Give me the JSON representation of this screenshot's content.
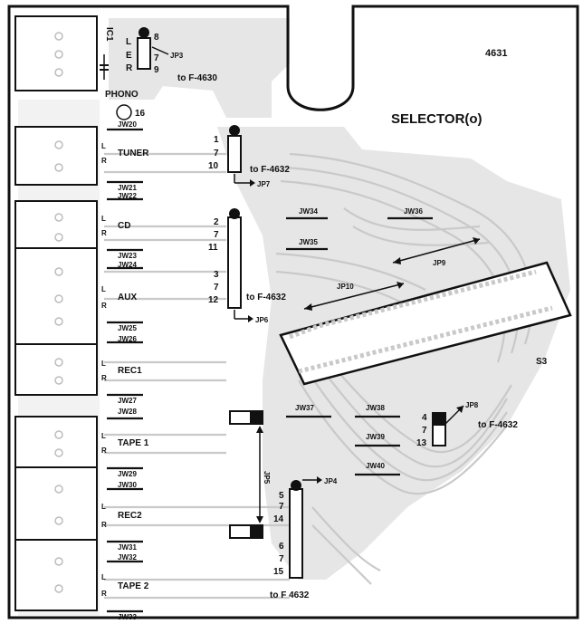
{
  "board": {
    "id": "4631",
    "title": "SELECTOR(o)",
    "switch_ref": "S3",
    "ic_ref": "IC1"
  },
  "connector_labels": [
    "TUNER",
    "CD",
    "AUX",
    "REC1",
    "TAPE 1",
    "REC2",
    "TAPE 2"
  ],
  "channel_labels": {
    "left": "L",
    "right": "R",
    "earth": "E"
  },
  "phono": {
    "label": "PHONO",
    "pin": "16"
  },
  "jumpers": [
    "JW20",
    "JW21",
    "JW22",
    "JW23",
    "JW24",
    "JW25",
    "JW26",
    "JW27",
    "JW28",
    "JW29",
    "JW30",
    "JW31",
    "JW32",
    "JW33",
    "JW34",
    "JW35",
    "JW36",
    "JW37",
    "JW38",
    "JW39",
    "JW40"
  ],
  "jp": {
    "jp3": {
      "label": "JP3",
      "pins": [
        "8",
        "7",
        "9"
      ],
      "dest": "to F-4630"
    },
    "jp7": {
      "label": "JP7",
      "pins": [
        "1",
        "7",
        "10"
      ],
      "dest": "to F-4632"
    },
    "jp6": {
      "label": "JP6",
      "pins": [
        "2",
        "7",
        "11",
        "3",
        "7",
        "12"
      ],
      "dest": "to F-4632"
    },
    "jp9": {
      "label": "JP9"
    },
    "jp10": {
      "label": "JP10"
    },
    "jp8": {
      "label": "JP8",
      "pins": [
        "4",
        "7",
        "13"
      ],
      "dest": "to F-4632"
    },
    "jp5": {
      "label": "JP5"
    },
    "jp4": {
      "label": "JP4",
      "pins": [
        "5",
        "7",
        "14",
        "6",
        "7",
        "15"
      ],
      "dest": "to F 4632"
    }
  },
  "colors": {
    "ink": "#111111",
    "trace": "#c9c9c9",
    "copper": "#e6e6e6"
  }
}
